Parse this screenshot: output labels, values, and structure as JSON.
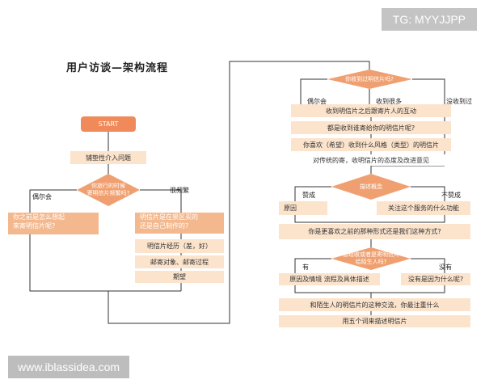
{
  "watermark_top": "TG: MYYJJPP",
  "watermark_bottom": "www.iblassidea.com",
  "title": "用户访谈—架构流程",
  "left": {
    "start": "START",
    "intro": "铺垫性介入问题",
    "decision1_line1": "你旅行的时候",
    "decision1_line2": "寄明信片频繁吗?",
    "branch_sometimes": "偶尔会",
    "branch_often": "很频繁",
    "sometimes_q_line1": "你之前是怎么想起",
    "sometimes_q_line2": "来寄明信片呢?",
    "often_q_line1": "明信片是在景区买的",
    "often_q_line2": "还是自己制作的?",
    "exp": "明信片经历（差，好）",
    "target": "邮寄对象、邮寄过程",
    "expect": "期望"
  },
  "right": {
    "decision2": "你收到过明信片吗?",
    "branch_sometimes": "偶尔会",
    "branch_many": "收到很多",
    "branch_never": "没收到过",
    "q1": "收到明信片之后跟寄片人的互动",
    "q2": "都是收到谁寄给你的明信片呢?",
    "q3": "你喜欢（希望）收到什么风格（类型）的明信片",
    "q4": "对传统的寄，收明信片的态度及改进意见",
    "decision3": "描述概念",
    "branch_like": "赞成",
    "branch_dislike": "不赞成",
    "reason": "原因",
    "concern": "关注这个服务的什么功能",
    "prefer": "你是更喜欢之前的那种形式还是我们这种方式?",
    "decision4_line1": "曾经收或者是寄明信片",
    "decision4_line2": "给陌生人吗?",
    "branch_yes": "有",
    "branch_no": "没有",
    "yes_detail": "原因及情境 流程及具体描述",
    "no_detail": "没有是因为什么呢?",
    "focus": "和陌生人的明信片的这种交流，你最注重什么",
    "five_words": "用五个词来描述明信片"
  }
}
